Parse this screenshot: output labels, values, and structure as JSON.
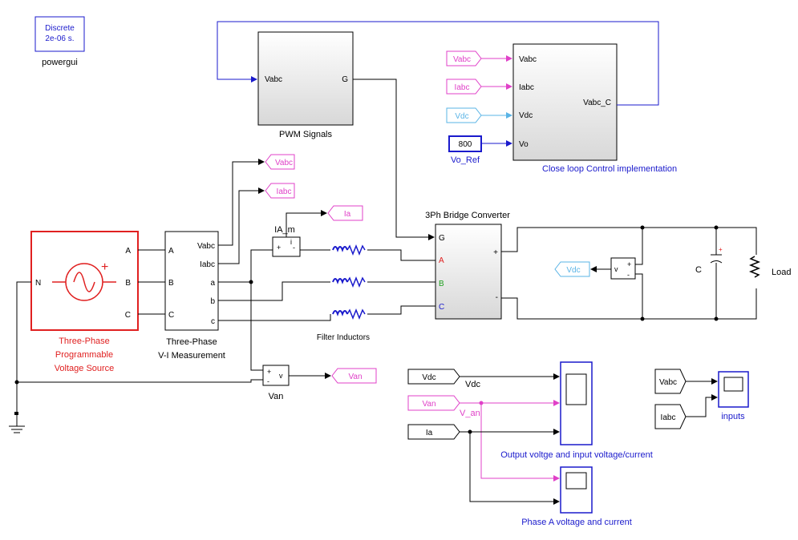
{
  "powergui": {
    "mode": "Discrete",
    "ts": "2e-06 s.",
    "name": "powergui"
  },
  "source": {
    "title_l1": "Three-Phase",
    "title_l2": "Programmable",
    "title_l3": "Voltage Source",
    "ports": [
      "N",
      "A",
      "B",
      "C"
    ]
  },
  "vim": {
    "title_l1": "Three-Phase",
    "title_l2": "V-I Measurement",
    "in_ports": [
      "A",
      "B",
      "C"
    ],
    "out_ports": [
      "Vabc",
      "Iabc",
      "a",
      "b",
      "c"
    ]
  },
  "pwm": {
    "name": "PWM Signals",
    "in_port": "Vabc",
    "out_port": "G"
  },
  "control": {
    "name": "Close loop Control implementation",
    "in_ports": [
      "Vabc",
      "Iabc",
      "Vdc",
      "Vo"
    ],
    "out_port": "Vabc_C"
  },
  "goto_tags": {
    "vabc": "Vabc",
    "iabc": "Iabc",
    "ia": "Ia",
    "van": "Van",
    "vdc": "Vdc"
  },
  "from_tags": {
    "vabc": "Vabc",
    "iabc": "Iabc",
    "vdc": "Vdc",
    "scope_vdc": "Vdc",
    "scope_van": "Van",
    "scope_ia": "Ia",
    "in_vabc": "Vabc",
    "in_iabc": "Iabc"
  },
  "vo_ref": {
    "value": "800",
    "label": "Vo_Ref"
  },
  "current_meas": {
    "label": "IA_m",
    "plus": "+",
    "minus": "-",
    "i": "i"
  },
  "filter": {
    "label": "Filter Inductors"
  },
  "bridge": {
    "name": "3Ph Bridge Converter",
    "ports": [
      "G",
      "A",
      "B",
      "C",
      "+",
      "-"
    ]
  },
  "dc_volt": {
    "v": "v",
    "plus": "+",
    "minus": "-"
  },
  "cap": {
    "label": "C"
  },
  "load": {
    "label": "Load"
  },
  "van_meas": {
    "label": "Van",
    "plus": "+",
    "minus": "-",
    "v": "v"
  },
  "scope_labels": {
    "vdc": "Vdc",
    "van": "V_an"
  },
  "scopes": {
    "output": "Output voltge and input voltage/current",
    "phase": "Phase A voltage and current",
    "inputs": "inputs"
  },
  "colors": {
    "source_red": "#e02020",
    "blue": "#1a1acc",
    "magenta": "#e040c8",
    "cyan": "#5ab4e6",
    "green": "#20a020"
  }
}
